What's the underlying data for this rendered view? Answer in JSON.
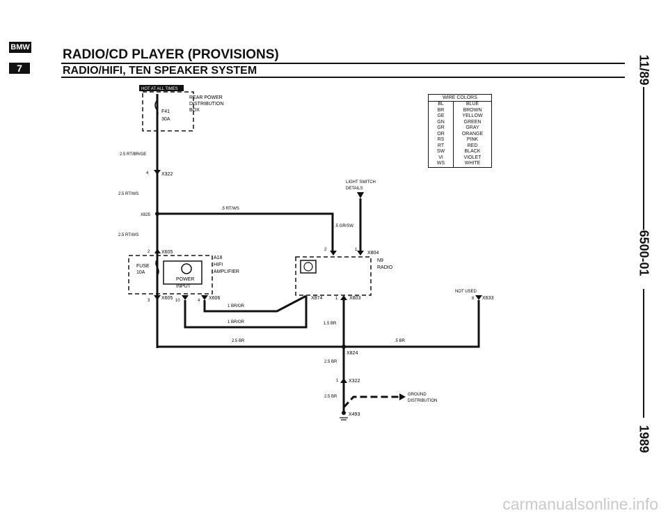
{
  "header": {
    "logo_top": "BMW",
    "logo_bottom": "7",
    "title": "RADIO/CD PLAYER (PROVISIONS)",
    "subtitle": "RADIO/HIFI, TEN SPEAKER SYSTEM"
  },
  "side": {
    "date": "11/89",
    "code": "6500-01",
    "year": "1989"
  },
  "wire_colors": {
    "title": "WIRE COLORS",
    "rows": [
      {
        "code": "BL",
        "name": "BLUE"
      },
      {
        "code": "BR",
        "name": "BROWN"
      },
      {
        "code": "GE",
        "name": "YELLOW"
      },
      {
        "code": "GN",
        "name": "GREEN"
      },
      {
        "code": "GR",
        "name": "GRAY"
      },
      {
        "code": "OR",
        "name": "ORANGE"
      },
      {
        "code": "RS",
        "name": "PINK"
      },
      {
        "code": "RT",
        "name": "RED"
      },
      {
        "code": "SW",
        "name": "BLACK"
      },
      {
        "code": "VI",
        "name": "VIOLET"
      },
      {
        "code": "WS",
        "name": "WHITE"
      }
    ]
  },
  "diagram": {
    "hot": "HOT AT ALL TIMES",
    "rpd1": "REAR POWER",
    "rpd2": "DISTRIBUTION",
    "rpd3": "BOX",
    "f41": "F41",
    "f41a": "30A",
    "w1": "2.5 RT/BR/GE",
    "pin4": "4",
    "x322a": "X322",
    "w2": "2.5 RT/WS",
    "x825": "X825",
    "w3": ".5 RT/WS",
    "w4": "2.5 RT/WS",
    "ls1": "LIGHT SWITCH",
    "ls2": "DETAILS",
    "w5": ".5 GR/SW",
    "pin2a": "2",
    "x605a": "X605",
    "a18": "A18",
    "hifi": "HIFI",
    "amp": "AMPLIFIER",
    "fuse": "FUSE",
    "fusea": "10A",
    "pinput1": "POWER",
    "pinput2": "INPUT",
    "pin3": "3",
    "x605b": "X605",
    "pin10": "10",
    "pin4b": "4",
    "x606": "X606",
    "w6": "1 BR/OR",
    "w7": "1 BR/OR",
    "pin2b": "2",
    "pin1a": "1",
    "x804": "X804",
    "n9": "N9",
    "radio": "RADIO",
    "x874": "X874",
    "pin1b": "1",
    "x803": "X803",
    "w8": "1.5 BR",
    "notused": "NOT USED",
    "pin8": "8",
    "x633": "X633",
    "w9": "2.5 BR",
    "w10": ".5 BR",
    "x824": "X824",
    "w11": "2.5 BR",
    "pin1c": "1",
    "x322b": "X322",
    "w12": "2.5 BR",
    "gd1": "GROUND",
    "gd2": "DISTRIBUTION",
    "x493": "X493"
  },
  "footer": {
    "watermark": "carmanualsonline.info"
  }
}
